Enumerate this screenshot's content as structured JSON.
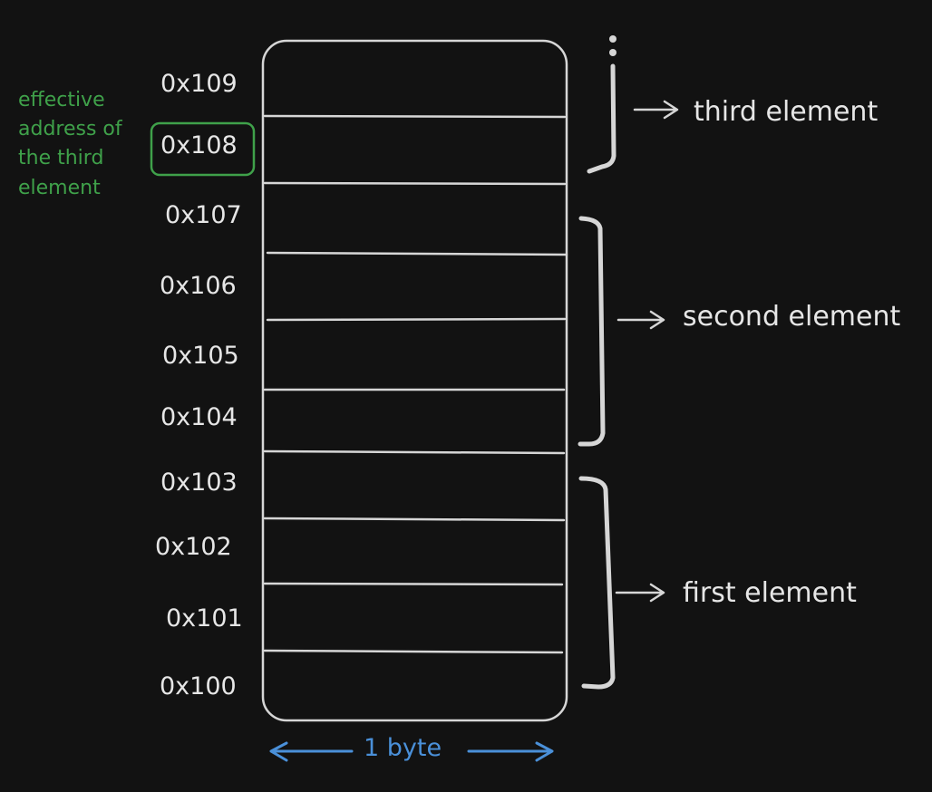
{
  "addresses": [
    "0x109",
    "0x108",
    "0x107",
    "0x106",
    "0x105",
    "0x104",
    "0x103",
    "0x102",
    "0x101",
    "0x100"
  ],
  "elements": {
    "third": "third element",
    "second": "second element",
    "first": "first element"
  },
  "note": {
    "lines": [
      "effective",
      "address of",
      "the third",
      "element"
    ],
    "highlight_address": "0x108"
  },
  "byte_label": "1 byte",
  "colors": {
    "background": "#121212",
    "stroke": "#d6d6d6",
    "note": "#3fa14a",
    "byte_arrow": "#4a90d9"
  }
}
